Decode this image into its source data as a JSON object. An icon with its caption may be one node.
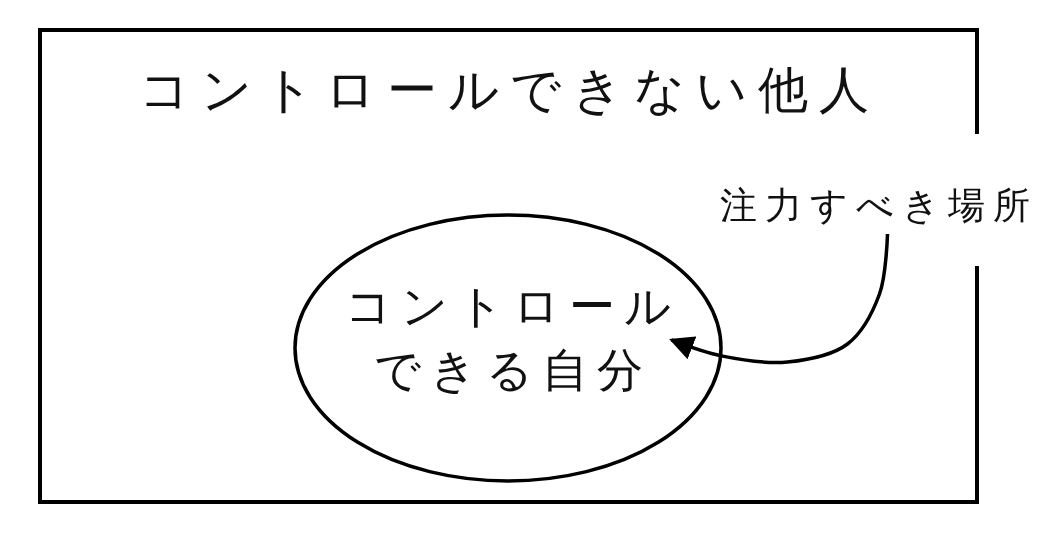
{
  "diagram": {
    "nodes": [
      {
        "text": [
          "コントロールできない他人"
        ]
      },
      {
        "text": [
          "コントロールできる自分"
        ],
        "in": 0
      },
      {
        "text": [
          "注力すべき場所"
        ]
      }
    ],
    "edges": [
      {
        "from": 2,
        "to": 1,
        "arrow": "to"
      }
    ]
  }
}
